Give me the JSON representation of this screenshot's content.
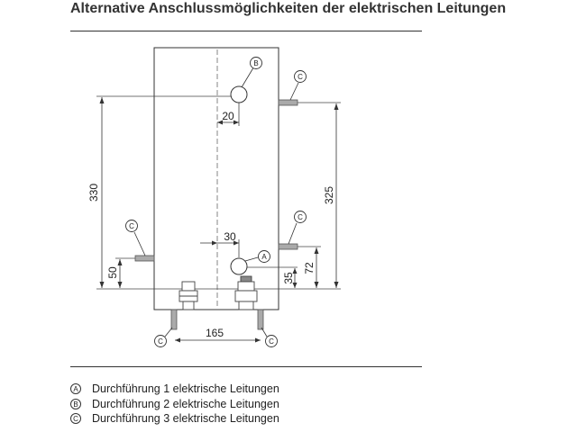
{
  "title": "Alternative Anschlussmöglichkeiten der elektrischen Leitungen",
  "markers": {
    "a": "A",
    "b": "B",
    "c": "C"
  },
  "dimensions": {
    "d330": "330",
    "d325": "325",
    "d20": "20",
    "d30": "30",
    "d50": "50",
    "d35": "35",
    "d72": "72",
    "d165": "165"
  },
  "legend": [
    {
      "marker": "A",
      "text": "Durchführung 1 elektrische Leitungen"
    },
    {
      "marker": "B",
      "text": "Durchführung 2 elektrische Leitungen"
    },
    {
      "marker": "C",
      "text": "Durchführung 3 elektrische Leitungen"
    }
  ],
  "colors": {
    "line": "#333333",
    "stub": "#aaaaaa"
  }
}
